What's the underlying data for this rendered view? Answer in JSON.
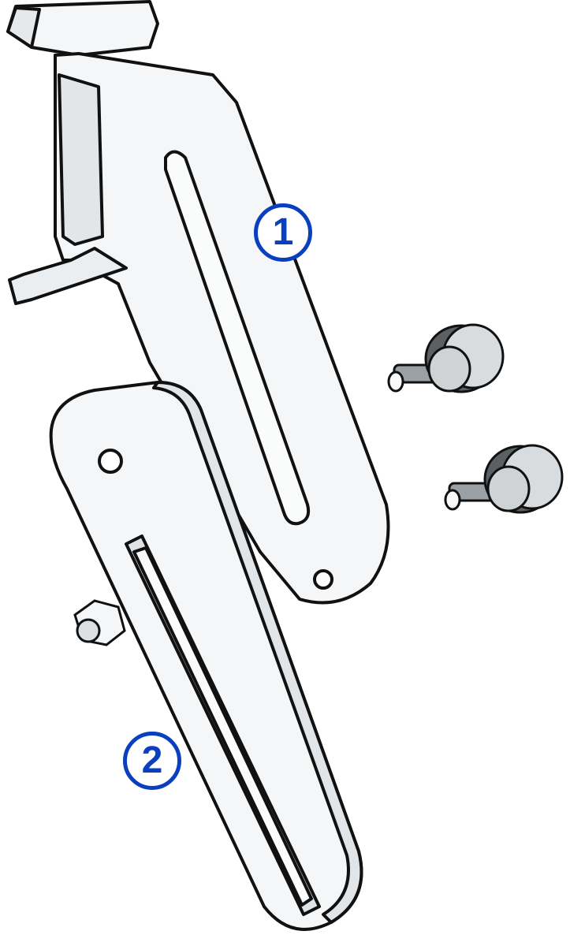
{
  "diagram": {
    "type": "exploded-hardware-illustration",
    "accent_color": "#0a3fbf",
    "outline_color": "#111111",
    "fill_color": "#f4f6f7",
    "callouts": [
      {
        "label": "1",
        "part": "upper-slotted-bracket"
      },
      {
        "label": "2",
        "part": "lower-slotted-bracket"
      }
    ],
    "parts": [
      {
        "name": "upper-slotted-bracket",
        "callout": "1"
      },
      {
        "name": "lower-slotted-bracket",
        "callout": "2"
      },
      {
        "name": "thumb-knob-screw",
        "count": 2
      },
      {
        "name": "hex-nut",
        "count": 1
      }
    ]
  }
}
